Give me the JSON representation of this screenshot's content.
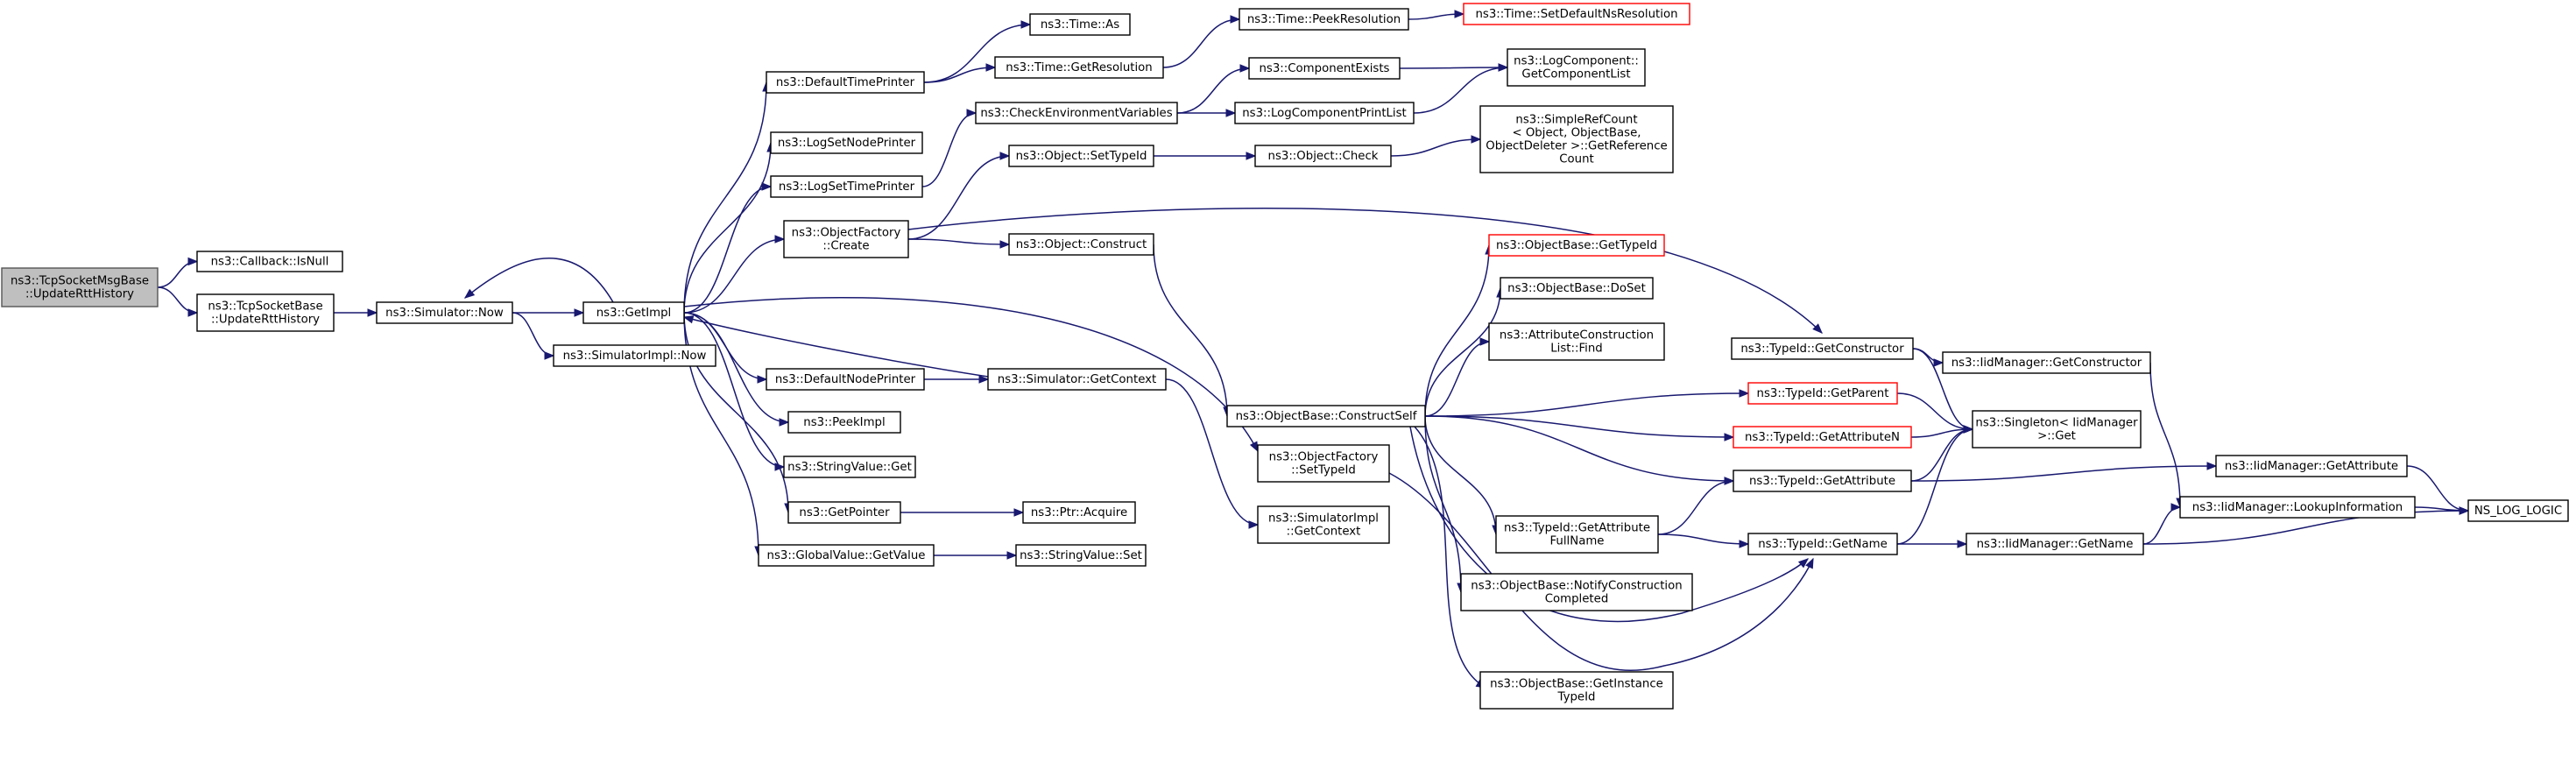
{
  "colors": {
    "edge": "#191970",
    "root_fill": "#bfbfbf",
    "truncated_border": "#ff0000",
    "border": "#000000"
  },
  "nodes": [
    {
      "id": "root",
      "lines": [
        "ns3::TcpSocketMsgBase",
        "::UpdateRttHistory"
      ],
      "kind": "root"
    },
    {
      "id": "cb_isnull",
      "lines": [
        "ns3::Callback::IsNull"
      ]
    },
    {
      "id": "tcp_update",
      "lines": [
        "ns3::TcpSocketBase",
        "::UpdateRttHistory"
      ]
    },
    {
      "id": "sim_now",
      "lines": [
        "ns3::Simulator::Now"
      ]
    },
    {
      "id": "getimpl",
      "lines": [
        "ns3::GetImpl"
      ]
    },
    {
      "id": "simimpl_now",
      "lines": [
        "ns3::SimulatorImpl::Now"
      ]
    },
    {
      "id": "default_time_printer",
      "lines": [
        "ns3::DefaultTimePrinter"
      ]
    },
    {
      "id": "log_set_node",
      "lines": [
        "ns3::LogSetNodePrinter"
      ]
    },
    {
      "id": "log_set_time",
      "lines": [
        "ns3::LogSetTimePrinter"
      ]
    },
    {
      "id": "obj_factory_create",
      "lines": [
        "ns3::ObjectFactory",
        "::Create"
      ]
    },
    {
      "id": "default_node_printer",
      "lines": [
        "ns3::DefaultNodePrinter"
      ]
    },
    {
      "id": "peekimpl",
      "lines": [
        "ns3::PeekImpl"
      ]
    },
    {
      "id": "stringvalue_get",
      "lines": [
        "ns3::StringValue::Get"
      ]
    },
    {
      "id": "getpointer",
      "lines": [
        "ns3::GetPointer"
      ]
    },
    {
      "id": "globalvalue_getvalue",
      "lines": [
        "ns3::GlobalValue::GetValue"
      ]
    },
    {
      "id": "time_as",
      "lines": [
        "ns3::Time::As"
      ]
    },
    {
      "id": "time_getres",
      "lines": [
        "ns3::Time::GetResolution"
      ]
    },
    {
      "id": "check_env",
      "lines": [
        "ns3::CheckEnvironmentVariables"
      ]
    },
    {
      "id": "obj_settypeid",
      "lines": [
        "ns3::Object::SetTypeId"
      ]
    },
    {
      "id": "obj_construct",
      "lines": [
        "ns3::Object::Construct"
      ]
    },
    {
      "id": "sim_getcontext",
      "lines": [
        "ns3::Simulator::GetContext"
      ]
    },
    {
      "id": "ptr_acquire",
      "lines": [
        "ns3::Ptr::Acquire"
      ]
    },
    {
      "id": "stringvalue_set",
      "lines": [
        "ns3::StringValue::Set"
      ]
    },
    {
      "id": "time_peekres",
      "lines": [
        "ns3::Time::PeekResolution"
      ]
    },
    {
      "id": "comp_exists",
      "lines": [
        "ns3::ComponentExists"
      ]
    },
    {
      "id": "log_comp_printlist",
      "lines": [
        "ns3::LogComponentPrintList"
      ]
    },
    {
      "id": "obj_check",
      "lines": [
        "ns3::Object::Check"
      ]
    },
    {
      "id": "objbase_construct_self",
      "lines": [
        "ns3::ObjectBase::ConstructSelf"
      ]
    },
    {
      "id": "objfactory_settypeid",
      "lines": [
        "ns3::ObjectFactory",
        "::SetTypeId"
      ]
    },
    {
      "id": "simimpl_getcontext",
      "lines": [
        "ns3::SimulatorImpl",
        "::GetContext"
      ]
    },
    {
      "id": "time_setdefault",
      "lines": [
        "ns3::Time::SetDefaultNsResolution"
      ],
      "kind": "truncated"
    },
    {
      "id": "logcomp_getlist",
      "lines": [
        "ns3::LogComponent::",
        "GetComponentList"
      ]
    },
    {
      "id": "simplerefcount",
      "lines": [
        "ns3::SimpleRefCount",
        "< Object, ObjectBase,",
        "ObjectDeleter >::GetReference",
        "Count"
      ]
    },
    {
      "id": "objbase_gettypeid",
      "lines": [
        "ns3::ObjectBase::GetTypeId"
      ],
      "kind": "truncated"
    },
    {
      "id": "objbase_doset",
      "lines": [
        "ns3::ObjectBase::DoSet"
      ]
    },
    {
      "id": "attr_constr_find",
      "lines": [
        "ns3::AttributeConstruction",
        "List::Find"
      ]
    },
    {
      "id": "typeid_getattr_fullname",
      "lines": [
        "ns3::TypeId::GetAttribute",
        "FullName"
      ]
    },
    {
      "id": "objbase_notify",
      "lines": [
        "ns3::ObjectBase::NotifyConstruction",
        "Completed"
      ]
    },
    {
      "id": "objbase_getinstance",
      "lines": [
        "ns3::ObjectBase::GetInstance",
        "TypeId"
      ]
    },
    {
      "id": "typeid_getconstructor",
      "lines": [
        "ns3::TypeId::GetConstructor"
      ]
    },
    {
      "id": "typeid_getparent",
      "lines": [
        "ns3::TypeId::GetParent"
      ],
      "kind": "truncated"
    },
    {
      "id": "typeid_getattributen",
      "lines": [
        "ns3::TypeId::GetAttributeN"
      ],
      "kind": "truncated"
    },
    {
      "id": "typeid_getattribute",
      "lines": [
        "ns3::TypeId::GetAttribute"
      ]
    },
    {
      "id": "typeid_getname",
      "lines": [
        "ns3::TypeId::GetName"
      ]
    },
    {
      "id": "singleton_get",
      "lines": [
        "ns3::Singleton< IidManager",
        ">::Get"
      ]
    },
    {
      "id": "iid_getconstructor",
      "lines": [
        "ns3::IidManager::GetConstructor"
      ]
    },
    {
      "id": "iid_getattribute",
      "lines": [
        "ns3::IidManager::GetAttribute"
      ]
    },
    {
      "id": "iid_lookupinfo",
      "lines": [
        "ns3::IidManager::LookupInformation"
      ]
    },
    {
      "id": "iid_getname",
      "lines": [
        "ns3::IidManager::GetName"
      ]
    },
    {
      "id": "ns_log_logic",
      "lines": [
        "NS_LOG_LOGIC"
      ]
    }
  ],
  "edges": [
    [
      "root",
      "cb_isnull"
    ],
    [
      "root",
      "tcp_update"
    ],
    [
      "tcp_update",
      "sim_now"
    ],
    [
      "sim_now",
      "getimpl"
    ],
    [
      "sim_now",
      "simimpl_now"
    ],
    [
      "getimpl",
      "default_time_printer"
    ],
    [
      "getimpl",
      "log_set_node"
    ],
    [
      "getimpl",
      "log_set_time"
    ],
    [
      "getimpl",
      "obj_factory_create"
    ],
    [
      "getimpl",
      "default_node_printer"
    ],
    [
      "getimpl",
      "peekimpl"
    ],
    [
      "getimpl",
      "stringvalue_get"
    ],
    [
      "getimpl",
      "getpointer"
    ],
    [
      "getimpl",
      "globalvalue_getvalue"
    ],
    [
      "getimpl",
      "objfactory_settypeid"
    ],
    [
      "getimpl",
      "sim_now"
    ],
    [
      "default_time_printer",
      "time_as"
    ],
    [
      "default_time_printer",
      "time_getres"
    ],
    [
      "log_set_time",
      "check_env"
    ],
    [
      "obj_factory_create",
      "obj_settypeid"
    ],
    [
      "obj_factory_create",
      "obj_construct"
    ],
    [
      "obj_factory_create",
      "typeid_getconstructor"
    ],
    [
      "default_node_printer",
      "sim_getcontext"
    ],
    [
      "sim_getcontext",
      "getimpl"
    ],
    [
      "sim_getcontext",
      "simimpl_getcontext"
    ],
    [
      "getpointer",
      "ptr_acquire"
    ],
    [
      "globalvalue_getvalue",
      "stringvalue_set"
    ],
    [
      "time_getres",
      "time_peekres"
    ],
    [
      "time_peekres",
      "time_setdefault"
    ],
    [
      "check_env",
      "comp_exists"
    ],
    [
      "check_env",
      "log_comp_printlist"
    ],
    [
      "comp_exists",
      "logcomp_getlist"
    ],
    [
      "log_comp_printlist",
      "logcomp_getlist"
    ],
    [
      "obj_settypeid",
      "obj_check"
    ],
    [
      "obj_check",
      "simplerefcount"
    ],
    [
      "obj_construct",
      "objbase_construct_self"
    ],
    [
      "objbase_construct_self",
      "objbase_gettypeid"
    ],
    [
      "objbase_construct_self",
      "objbase_doset"
    ],
    [
      "objbase_construct_self",
      "attr_constr_find"
    ],
    [
      "objbase_construct_self",
      "typeid_getparent"
    ],
    [
      "objbase_construct_self",
      "typeid_getattributen"
    ],
    [
      "objbase_construct_self",
      "typeid_getattribute"
    ],
    [
      "objbase_construct_self",
      "typeid_getattr_fullname"
    ],
    [
      "objbase_construct_self",
      "typeid_getname"
    ],
    [
      "objbase_construct_self",
      "objbase_notify"
    ],
    [
      "objbase_construct_self",
      "objbase_getinstance"
    ],
    [
      "objfactory_settypeid",
      "typeid_getname"
    ],
    [
      "typeid_getattr_fullname",
      "typeid_getattribute"
    ],
    [
      "typeid_getattr_fullname",
      "typeid_getname"
    ],
    [
      "typeid_getconstructor",
      "iid_getconstructor"
    ],
    [
      "typeid_getconstructor",
      "singleton_get"
    ],
    [
      "typeid_getparent",
      "singleton_get"
    ],
    [
      "typeid_getattributen",
      "singleton_get"
    ],
    [
      "typeid_getattribute",
      "singleton_get"
    ],
    [
      "typeid_getattribute",
      "iid_getattribute"
    ],
    [
      "typeid_getname",
      "singleton_get"
    ],
    [
      "typeid_getname",
      "iid_getname"
    ],
    [
      "iid_getconstructor",
      "iid_lookupinfo"
    ],
    [
      "iid_getattribute",
      "ns_log_logic"
    ],
    [
      "iid_lookupinfo",
      "ns_log_logic"
    ],
    [
      "iid_getname",
      "iid_lookupinfo"
    ],
    [
      "iid_getname",
      "ns_log_logic"
    ]
  ]
}
